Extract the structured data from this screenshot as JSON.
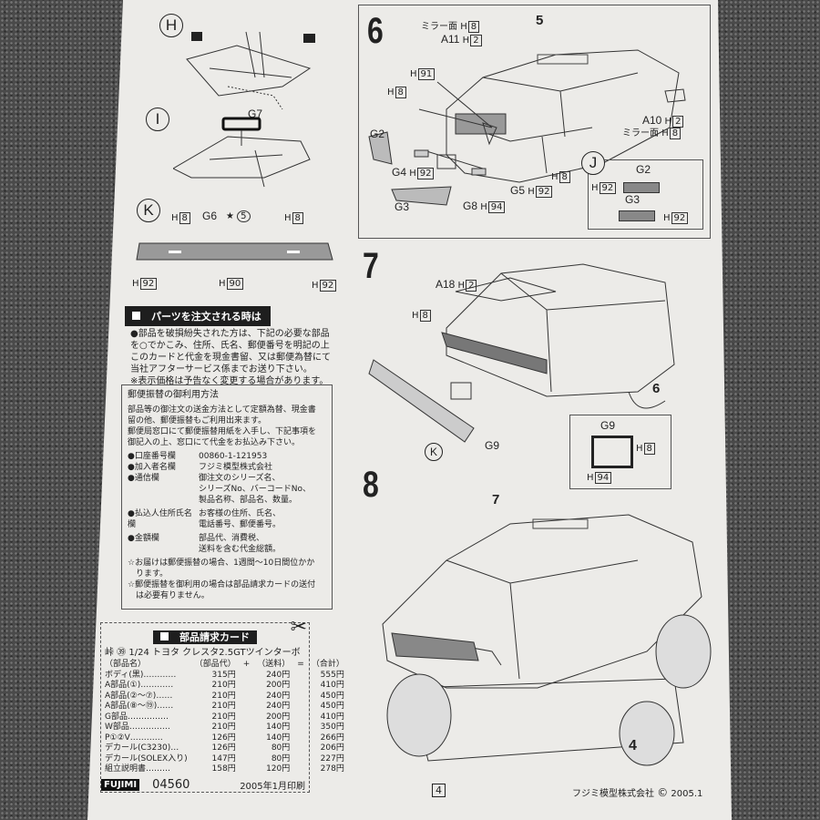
{
  "left": {
    "step_h": "H",
    "step_i": "I",
    "step_k": "K",
    "g7": "G7",
    "g6": "G6",
    "h8": "8",
    "h90": "90",
    "h92": "92",
    "h_prefix": "H",
    "star_ref": "5",
    "order_header": "パーツを注文される時は",
    "order_text": [
      "●部品を破損紛失された方は、下記の必要な部品",
      "を○でかこみ、住所、氏名、郵便番号を明記の上",
      "このカードと代金を現金書留、又は郵便為替にて",
      "当社アフターサービス係までお送り下さい。",
      "※表示価格は予告なく変更する場合があります。"
    ],
    "postal_title": "郵便振替の御利用方法",
    "postal_text": [
      "部品等の御注文の送金方法として定額為替、現金書",
      "留の他、郵便振替もご利用出来ます。",
      "郵便局窓口にて郵便振替用紙を入手し、下記事項を",
      "御記入の上、窓口にて代金をお払込み下さい。"
    ],
    "fields": [
      {
        "label": "●口座番号欄",
        "value": [
          "00860-1-121953"
        ]
      },
      {
        "label": "●加入者名欄",
        "value": [
          "フジミ模型株式会社"
        ]
      },
      {
        "label": "●通信欄",
        "value": [
          "御注文のシリーズ名、",
          "シリーズNo、バーコードNo、",
          "製品名称、部品名、数量。"
        ]
      },
      {
        "label": "●払込人住所氏名欄",
        "value": [
          "お客様の住所、氏名、",
          "電話番号、郵便番号。"
        ]
      },
      {
        "label": "●金額欄",
        "value": [
          "部品代、消費税、",
          "送料を含む代金総額。"
        ]
      }
    ],
    "notes": [
      "☆お届けは郵便振替の場合、1週間〜10日間位かか",
      "　ります。",
      "☆郵便振替を御利用の場合は部品請求カードの送付",
      "　は必要有りません。"
    ]
  },
  "card": {
    "title": "部品請求カード",
    "product": "峠 ㊴ 1/24 トヨタ クレスタ2.5GTツインターボ",
    "headers": [
      "（部品名）",
      "（部品代）",
      "+",
      "（送料）",
      "=",
      "（合計）"
    ],
    "rows": [
      [
        "ボディ(黒)…………",
        "315円",
        "240円",
        "555円"
      ],
      [
        "A部品(①)…………",
        "210円",
        "200円",
        "410円"
      ],
      [
        "A部品(②〜⑦)……",
        "210円",
        "240円",
        "450円"
      ],
      [
        "A部品(⑧〜⑲)……",
        "210円",
        "240円",
        "450円"
      ],
      [
        "G部品……………",
        "210円",
        "200円",
        "410円"
      ],
      [
        "W部品……………",
        "210円",
        "140円",
        "350円"
      ],
      [
        "P①②V…………",
        "126円",
        "140円",
        "266円"
      ],
      [
        "デカール(C3230)…",
        "126円",
        "80円",
        "206円"
      ],
      [
        "デカール(SOLEX入り)",
        "147円",
        "80円",
        "227円"
      ],
      [
        "組立説明書………",
        "158円",
        "120円",
        "278円"
      ]
    ],
    "logo": "FUJIMI",
    "code": "04560",
    "printed": "2005年1月印刷"
  },
  "right": {
    "step6": "6",
    "step7": "7",
    "step8": "8",
    "step_j": "J",
    "ref5": "5",
    "ref6": "6",
    "ref7": "7",
    "ref4": "4",
    "refk": "K",
    "mirror": "ミラー面",
    "a11": "A11",
    "a10": "A10",
    "a18": "A18",
    "g2": "G2",
    "g3": "G3",
    "g4": "G4",
    "g5": "G5",
    "g8": "G8",
    "g9": "G9",
    "n2": "2",
    "n8": "8",
    "n91": "91",
    "n92": "92",
    "n94": "94",
    "h": "H"
  },
  "footer": {
    "page": "4",
    "company": "フジミ模型株式会社",
    "copyright": "©",
    "date": "2005.1"
  }
}
